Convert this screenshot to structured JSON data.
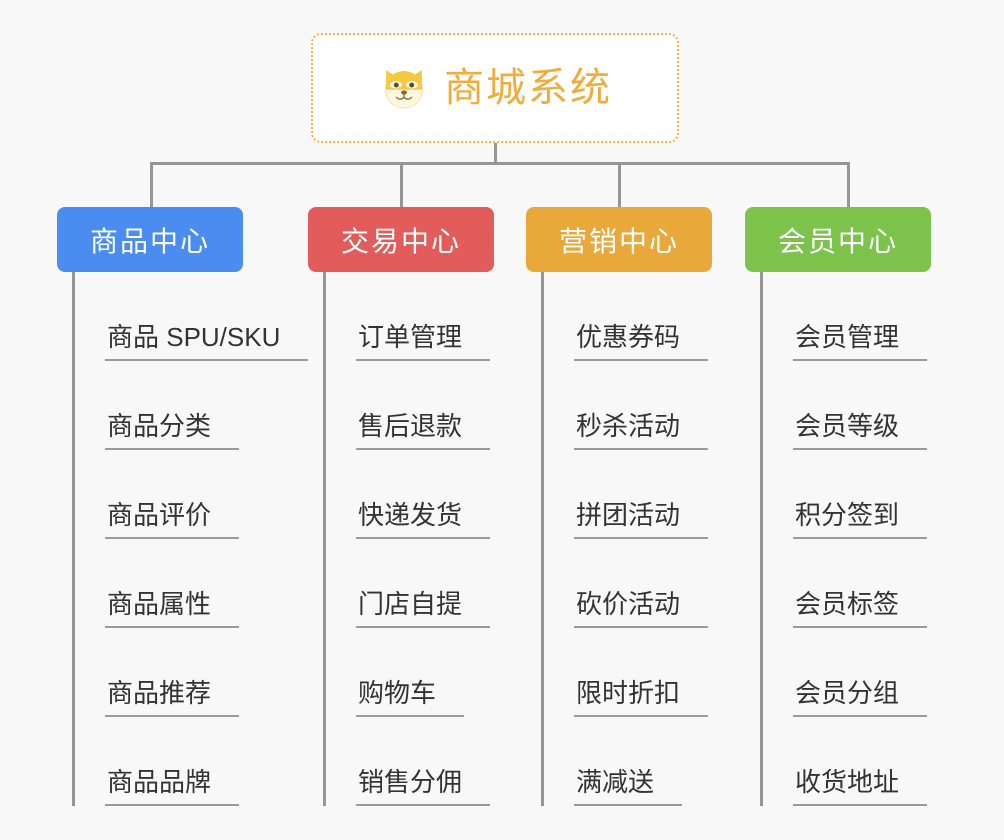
{
  "page": {
    "background": "#f8f8f8",
    "line_color": "#969696",
    "text_color": "#333333"
  },
  "root": {
    "title": "商城系统",
    "icon": "shiba-dog-face-icon",
    "text_color": "#f0ad3c",
    "border_color": "#f3b33e",
    "border_style": "dotted"
  },
  "columns": [
    {
      "label": "商品中心",
      "color": "#4a8cf0",
      "items": [
        "商品 SPU/SKU",
        "商品分类",
        "商品评价",
        "商品属性",
        "商品推荐",
        "商品品牌"
      ]
    },
    {
      "label": "交易中心",
      "color": "#e25c5c",
      "items": [
        "订单管理",
        "售后退款",
        "快递发货",
        "门店自提",
        "购物车",
        "销售分佣"
      ]
    },
    {
      "label": "营销中心",
      "color": "#e9a93a",
      "items": [
        "优惠券码",
        "秒杀活动",
        "拼团活动",
        "砍价活动",
        "限时折扣",
        "满减送"
      ]
    },
    {
      "label": "会员中心",
      "color": "#7dc24b",
      "items": [
        "会员管理",
        "会员等级",
        "积分签到",
        "会员标签",
        "会员分组",
        "收货地址"
      ]
    }
  ]
}
